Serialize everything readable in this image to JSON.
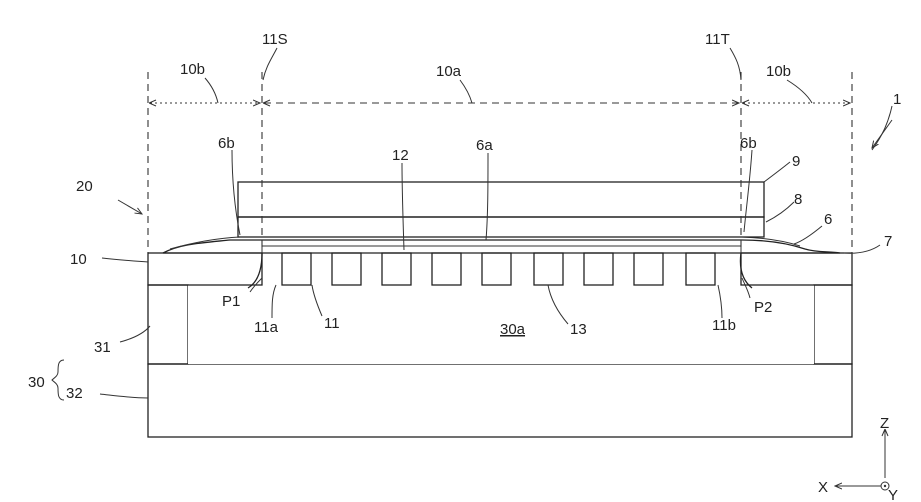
{
  "labels": {
    "s11S": "11S",
    "s11T": "11T",
    "s10b_left": "10b",
    "s10a": "10a",
    "s10b_right": "10b",
    "s1": "1",
    "s6b_left": "6b",
    "s12": "12",
    "s6a": "6a",
    "s6b_right": "6b",
    "s9": "9",
    "s8": "8",
    "s20": "20",
    "s6": "6",
    "s7": "7",
    "s10": "10",
    "sP1": "P1",
    "s11a": "11a",
    "s11": "11",
    "s30a": "30a",
    "s13": "13",
    "s11b": "11b",
    "sP2": "P2",
    "s31": "31",
    "s30": "30",
    "s32": "32"
  },
  "axes": {
    "z": "Z",
    "x": "X",
    "y": "Y"
  }
}
